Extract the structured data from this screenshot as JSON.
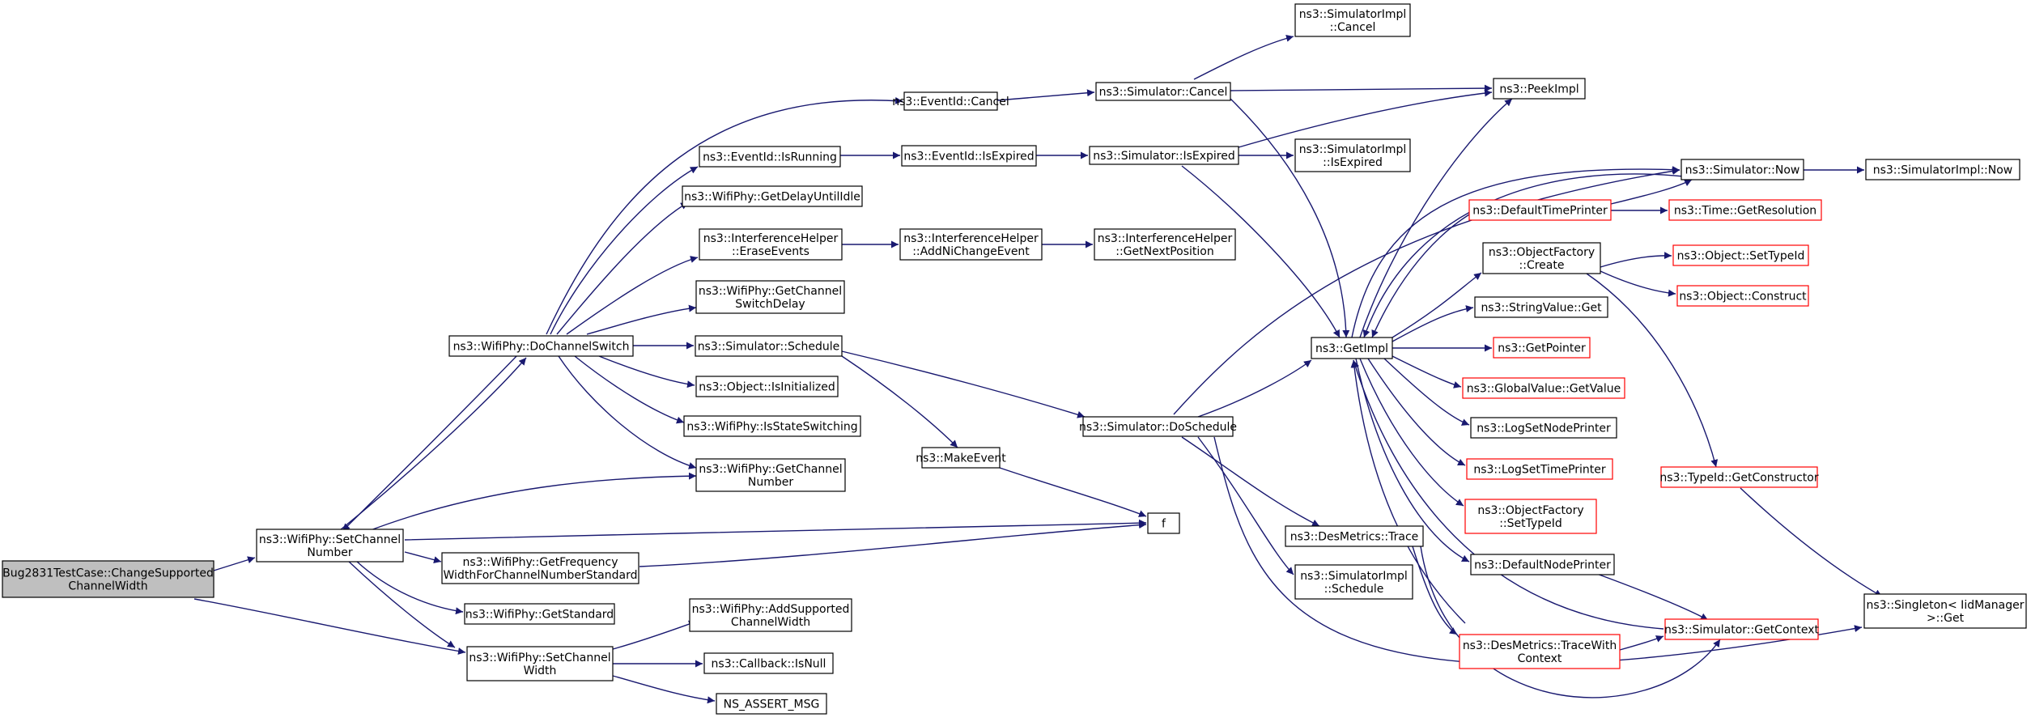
{
  "colors": {
    "edge": "#191970",
    "node_border_black": "#000000",
    "node_border_red": "#ff0000",
    "root_fill": "#bfbfbf",
    "node_fill": "#ffffff"
  },
  "nodes": [
    {
      "id": "n_root",
      "lines": [
        "Bug2831TestCase::ChangeSupported",
        "ChannelWidth"
      ],
      "style": "root"
    },
    {
      "id": "n_setchnum",
      "lines": [
        "ns3::WifiPhy::SetChannel",
        "Number"
      ],
      "style": "black"
    },
    {
      "id": "n_setchwidth",
      "lines": [
        "ns3::WifiPhy::SetChannel",
        "Width"
      ],
      "style": "black"
    },
    {
      "id": "n_dochsw",
      "lines": [
        "ns3::WifiPhy::DoChannelSwitch"
      ],
      "style": "black"
    },
    {
      "id": "n_getfreq",
      "lines": [
        "ns3::WifiPhy::GetFrequency",
        "WidthForChannelNumberStandard"
      ],
      "style": "black"
    },
    {
      "id": "n_getstd",
      "lines": [
        "ns3::WifiPhy::GetStandard"
      ],
      "style": "black"
    },
    {
      "id": "n_evisrun",
      "lines": [
        "ns3::EventId::IsRunning"
      ],
      "style": "black"
    },
    {
      "id": "n_getdelay",
      "lines": [
        "ns3::WifiPhy::GetDelayUntilIdle"
      ],
      "style": "black"
    },
    {
      "id": "n_iherase",
      "lines": [
        "ns3::InterferenceHelper",
        "::EraseEvents"
      ],
      "style": "black"
    },
    {
      "id": "n_getchsw",
      "lines": [
        "ns3::WifiPhy::GetChannel",
        "SwitchDelay"
      ],
      "style": "black"
    },
    {
      "id": "n_simsched",
      "lines": [
        "ns3::Simulator::Schedule"
      ],
      "style": "black"
    },
    {
      "id": "n_objinit",
      "lines": [
        "ns3::Object::IsInitialized"
      ],
      "style": "black"
    },
    {
      "id": "n_isstatesw",
      "lines": [
        "ns3::WifiPhy::IsStateSwitching"
      ],
      "style": "black"
    },
    {
      "id": "n_getchnum",
      "lines": [
        "ns3::WifiPhy::GetChannel",
        "Number"
      ],
      "style": "black"
    },
    {
      "id": "n_addsupp",
      "lines": [
        "ns3::WifiPhy::AddSupported",
        "ChannelWidth"
      ],
      "style": "black"
    },
    {
      "id": "n_cbisnull",
      "lines": [
        "ns3::Callback::IsNull"
      ],
      "style": "black"
    },
    {
      "id": "n_assert",
      "lines": [
        "NS_ASSERT_MSG"
      ],
      "style": "black"
    },
    {
      "id": "n_evcancel",
      "lines": [
        "ns3::EventId::Cancel"
      ],
      "style": "black"
    },
    {
      "id": "n_evisexp",
      "lines": [
        "ns3::EventId::IsExpired"
      ],
      "style": "black"
    },
    {
      "id": "n_ihaddni",
      "lines": [
        "ns3::InterferenceHelper",
        "::AddNiChangeEvent"
      ],
      "style": "black"
    },
    {
      "id": "n_makeevent",
      "lines": [
        "ns3::MakeEvent"
      ],
      "style": "black"
    },
    {
      "id": "n_f",
      "lines": [
        "f"
      ],
      "style": "black"
    },
    {
      "id": "n_simcancel",
      "lines": [
        "ns3::Simulator::Cancel"
      ],
      "style": "black"
    },
    {
      "id": "n_simisexp",
      "lines": [
        "ns3::Simulator::IsExpired"
      ],
      "style": "black"
    },
    {
      "id": "n_ihgetnext",
      "lines": [
        "ns3::InterferenceHelper",
        "::GetNextPosition"
      ],
      "style": "black"
    },
    {
      "id": "n_simdosched",
      "lines": [
        "ns3::Simulator::DoSchedule"
      ],
      "style": "black"
    },
    {
      "id": "n_simimplcancel",
      "lines": [
        "ns3::SimulatorImpl",
        "::Cancel"
      ],
      "style": "black"
    },
    {
      "id": "n_simimplisexp",
      "lines": [
        "ns3::SimulatorImpl",
        "::IsExpired"
      ],
      "style": "black"
    },
    {
      "id": "n_peekimpl",
      "lines": [
        "ns3::PeekImpl"
      ],
      "style": "black"
    },
    {
      "id": "n_getimpl",
      "lines": [
        "ns3::GetImpl"
      ],
      "style": "black"
    },
    {
      "id": "n_desmtrace",
      "lines": [
        "ns3::DesMetrics::Trace"
      ],
      "style": "black"
    },
    {
      "id": "n_simimplsched",
      "lines": [
        "ns3::SimulatorImpl",
        "::Schedule"
      ],
      "style": "black"
    },
    {
      "id": "n_simnow",
      "lines": [
        "ns3::Simulator::Now"
      ],
      "style": "black"
    },
    {
      "id": "n_simimplnow",
      "lines": [
        "ns3::SimulatorImpl::Now"
      ],
      "style": "black"
    },
    {
      "id": "n_deftimeprinter",
      "lines": [
        "ns3::DefaultTimePrinter"
      ],
      "style": "red"
    },
    {
      "id": "n_timegetres",
      "lines": [
        "ns3::Time::GetResolution"
      ],
      "style": "red"
    },
    {
      "id": "n_objfactcreate",
      "lines": [
        "ns3::ObjectFactory",
        "::Create"
      ],
      "style": "black"
    },
    {
      "id": "n_objsettypeid",
      "lines": [
        "ns3::Object::SetTypeId"
      ],
      "style": "red"
    },
    {
      "id": "n_objconstruct",
      "lines": [
        "ns3::Object::Construct"
      ],
      "style": "red"
    },
    {
      "id": "n_strvalget",
      "lines": [
        "ns3::StringValue::Get"
      ],
      "style": "black"
    },
    {
      "id": "n_getpointer",
      "lines": [
        "ns3::GetPointer"
      ],
      "style": "red"
    },
    {
      "id": "n_globvalget",
      "lines": [
        "ns3::GlobalValue::GetValue"
      ],
      "style": "red"
    },
    {
      "id": "n_logsetnode",
      "lines": [
        "ns3::LogSetNodePrinter"
      ],
      "style": "black"
    },
    {
      "id": "n_logsettime",
      "lines": [
        "ns3::LogSetTimePrinter"
      ],
      "style": "red"
    },
    {
      "id": "n_objfactsettype",
      "lines": [
        "ns3::ObjectFactory",
        "::SetTypeId"
      ],
      "style": "red"
    },
    {
      "id": "n_defnodeprinter",
      "lines": [
        "ns3::DefaultNodePrinter"
      ],
      "style": "black"
    },
    {
      "id": "n_desmtracectx",
      "lines": [
        "ns3::DesMetrics::TraceWith",
        "Context"
      ],
      "style": "red"
    },
    {
      "id": "n_simgetctx",
      "lines": [
        "ns3::Simulator::GetContext"
      ],
      "style": "red"
    },
    {
      "id": "n_typeidgetctor",
      "lines": [
        "ns3::TypeId::GetConstructor"
      ],
      "style": "red"
    },
    {
      "id": "n_singletonget",
      "lines": [
        "ns3::Singleton< IidManager",
        ">::Get"
      ],
      "style": "black"
    }
  ]
}
